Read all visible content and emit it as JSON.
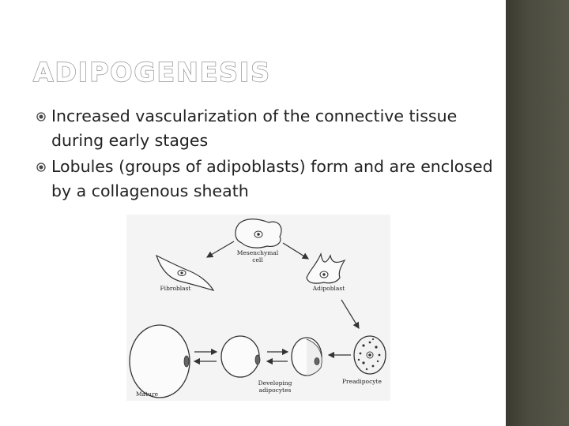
{
  "slide": {
    "title": "Adipogenesis",
    "bullets": [
      "Increased vascularization of the connective tissue during early stages",
      "Lobules (groups of adipoblasts) form and are enclosed by a collagenous sheath"
    ]
  },
  "figure": {
    "labels": {
      "mesenchymal_line1": "Mesenchymal",
      "mesenchymal_line2": "cell",
      "fibroblast": "Fibroblast",
      "adipoblast": "Adipoblast",
      "mature": "Mature",
      "developing_line1": "Developing",
      "developing_line2": "adipocytes",
      "preadipocyte": "Preadipocyte"
    }
  },
  "colors": {
    "side_band": "#4b4b3f",
    "title_outline": "#8f8f8f",
    "text": "#222222"
  }
}
